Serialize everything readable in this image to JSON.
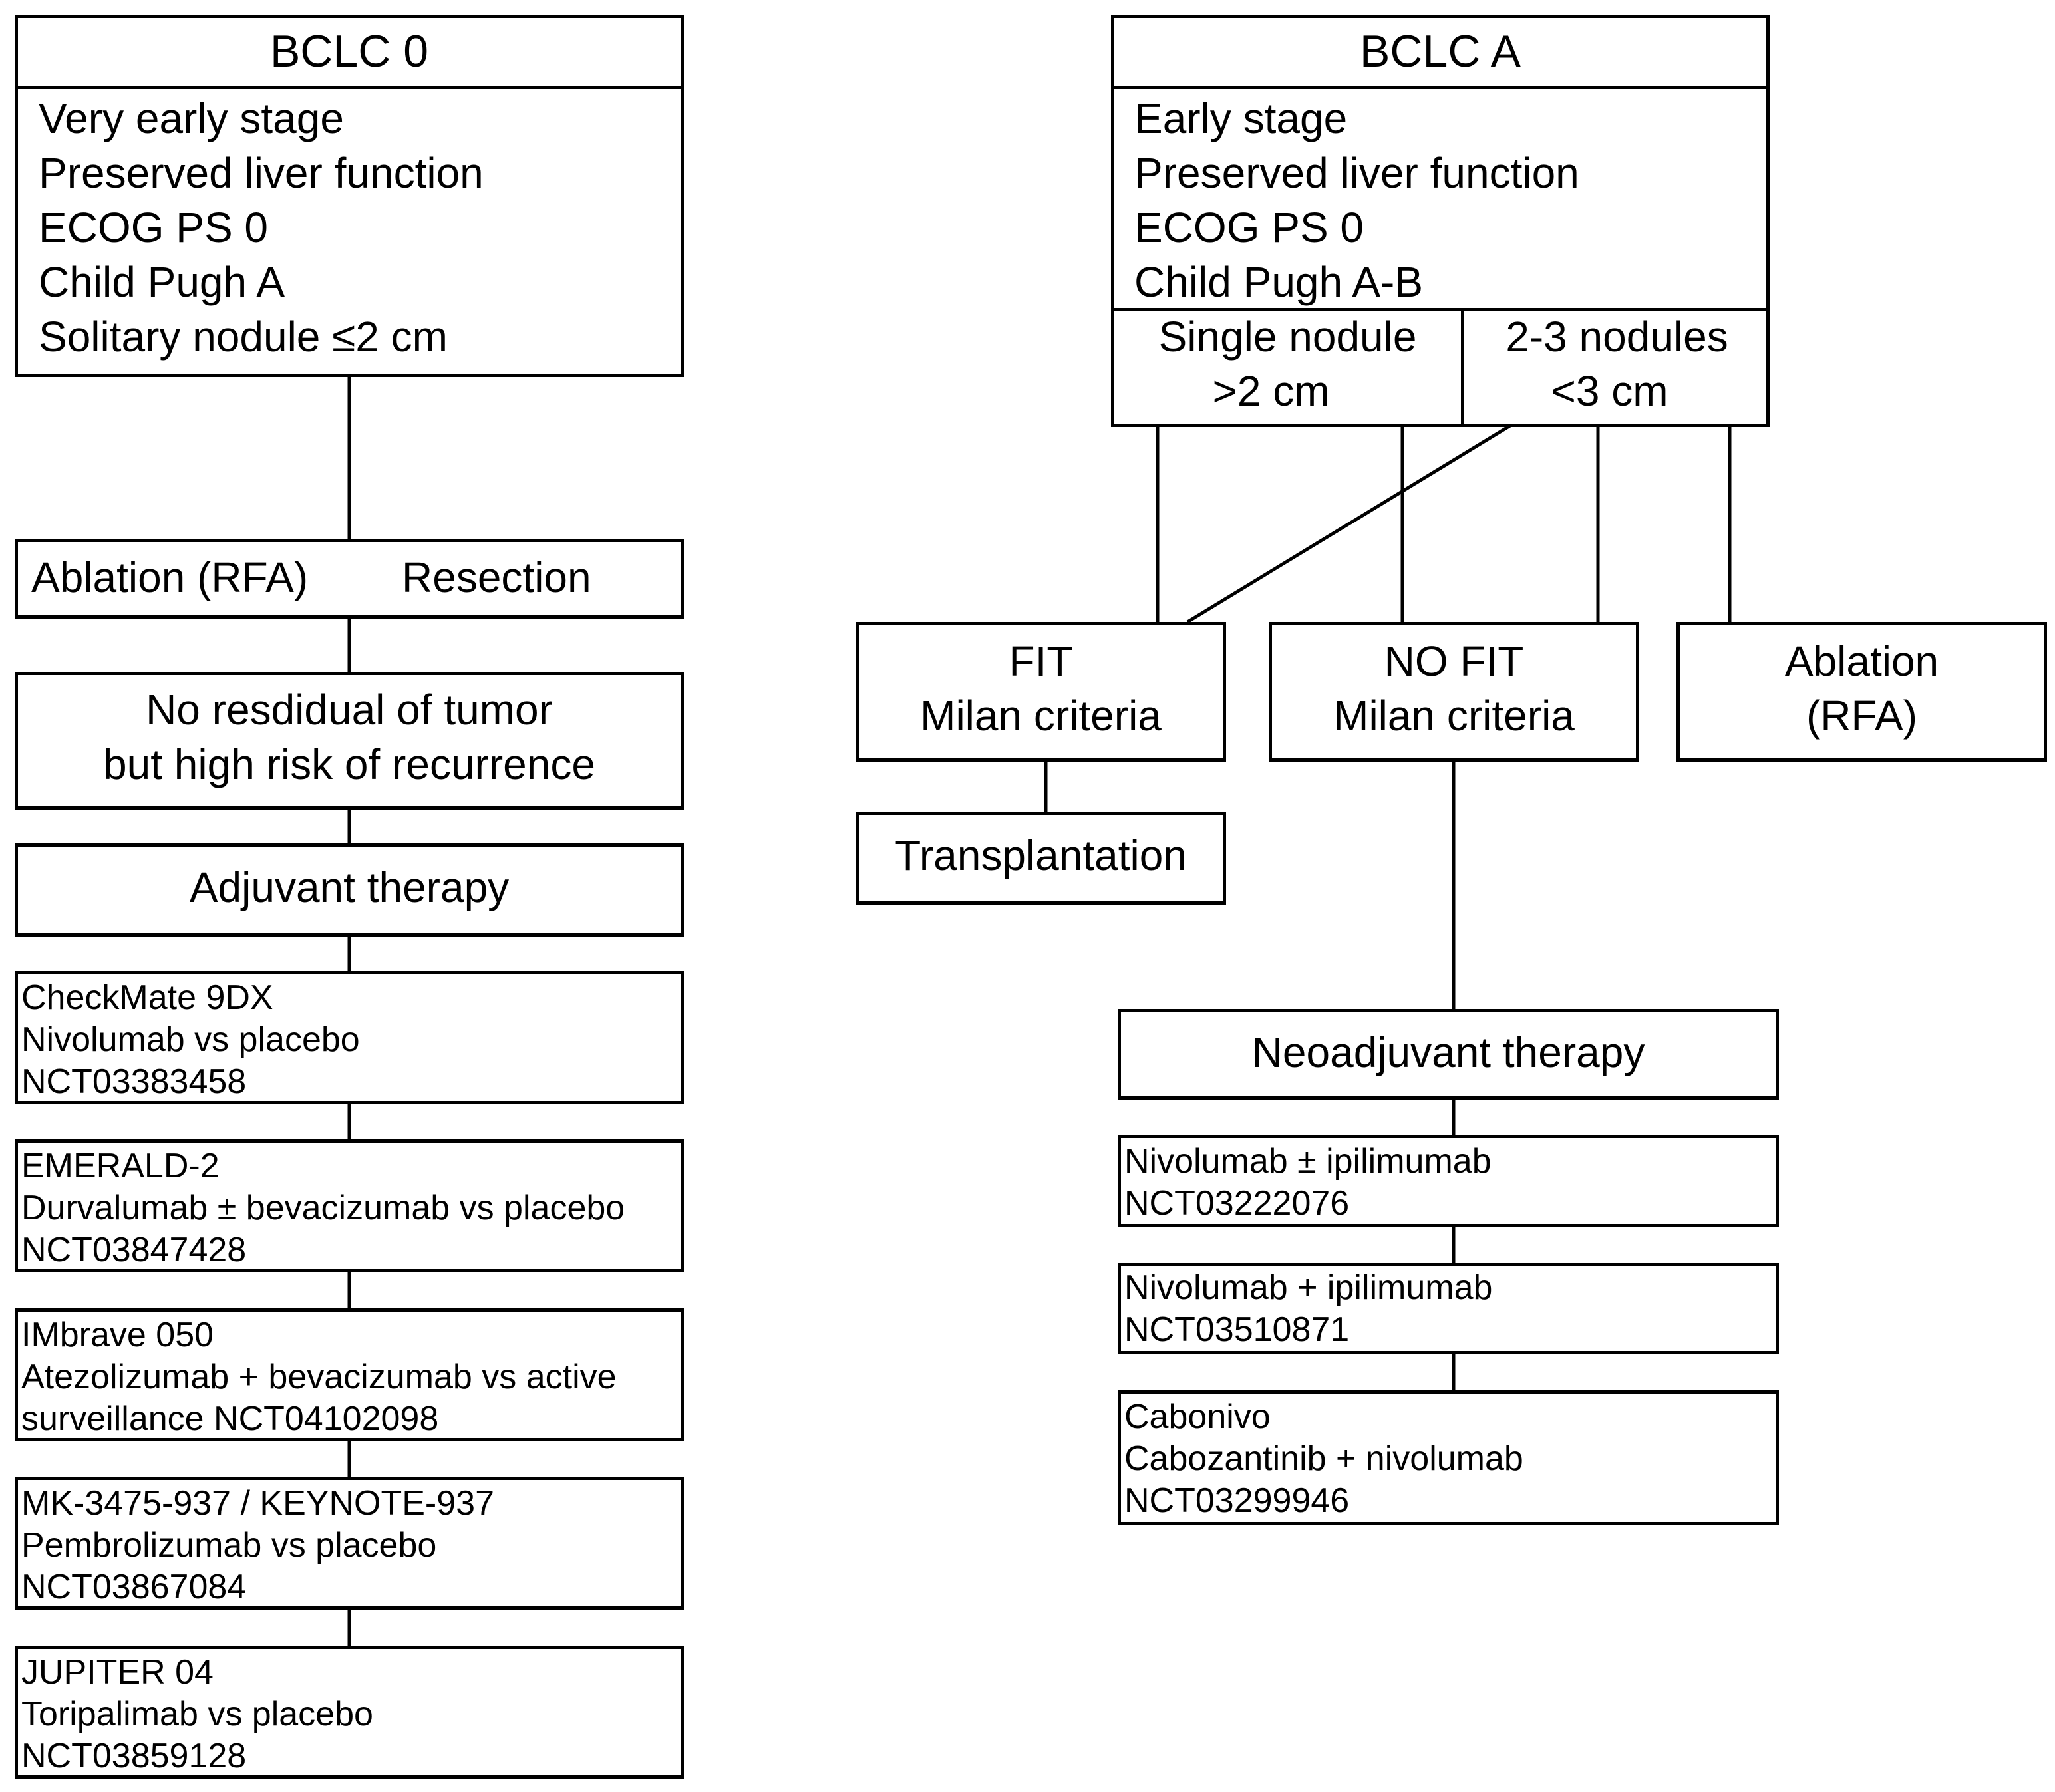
{
  "bclc0": {
    "title": "BCLC 0",
    "lines": [
      "Very early stage",
      "Preserved liver function",
      "ECOG PS 0",
      "Child Pugh A",
      "Solitary nodule ≤2 cm"
    ]
  },
  "treatment0": {
    "ablation": "Ablation (RFA)",
    "resection": "Resection"
  },
  "residual": [
    "No resdidual of tumor",
    "but high risk of recurrence"
  ],
  "adjuvant": "Adjuvant therapy",
  "adjuvant_trials": [
    [
      "CheckMate 9DX",
      "Nivolumab vs placebo",
      "NCT03383458"
    ],
    [
      "EMERALD-2",
      "Durvalumab ± bevacizumab vs placebo",
      "NCT03847428"
    ],
    [
      "IMbrave 050",
      "Atezolizumab + bevacizumab vs active",
      "surveillance NCT04102098"
    ],
    [
      "MK-3475-937 / KEYNOTE-937",
      "Pembrolizumab vs placebo",
      "NCT03867084"
    ],
    [
      "JUPITER 04",
      "Toripalimab vs placebo",
      "NCT03859128"
    ]
  ],
  "bclcA": {
    "title": "BCLC A",
    "lines": [
      "Early stage",
      "Preserved liver function",
      "ECOG PS 0",
      "Child Pugh A-B"
    ],
    "single": [
      "Single nodule",
      ">2 cm"
    ],
    "multi": [
      "2-3 nodules",
      "<3 cm"
    ]
  },
  "fit": [
    "FIT",
    "Milan criteria"
  ],
  "nofit": [
    "NO FIT",
    "Milan criteria"
  ],
  "ablationA": [
    "Ablation",
    "(RFA)"
  ],
  "transplant": "Transplantation",
  "neoadjuvant": "Neoadjuvant therapy",
  "neo_trials": [
    [
      "Nivolumab ± ipilimumab",
      "NCT03222076"
    ],
    [
      "Nivolumab + ipilimumab",
      "NCT03510871"
    ],
    [
      "Cabonivo",
      "Cabozantinib + nivolumab",
      "NCT03299946"
    ]
  ]
}
